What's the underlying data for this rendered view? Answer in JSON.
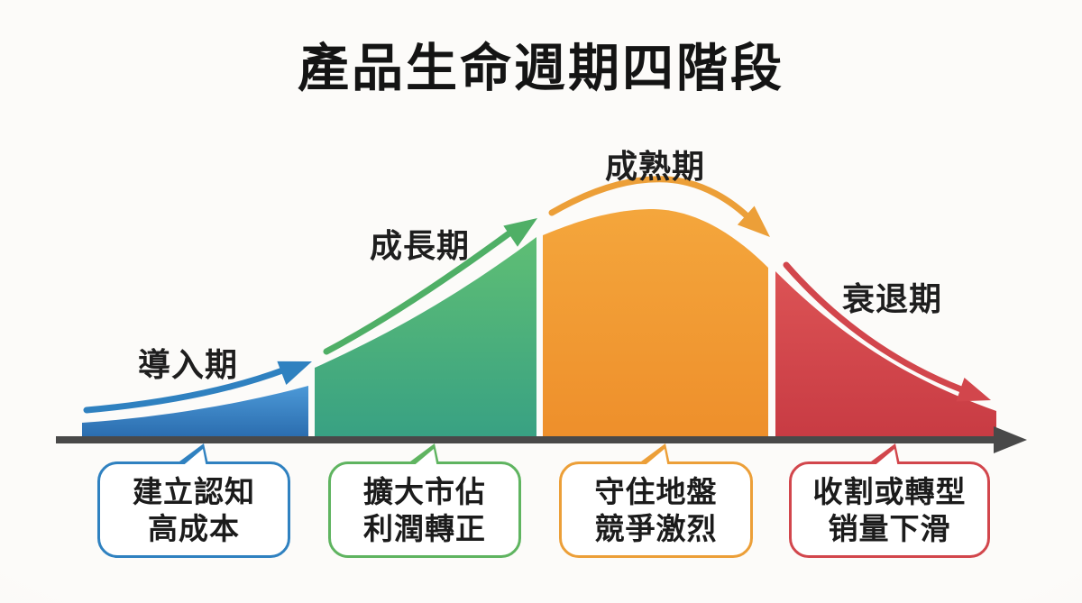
{
  "title": "產品生命週期四階段",
  "background": "#FBFAF8",
  "axis": {
    "color": "#494949"
  },
  "stages": [
    {
      "label": "導入期",
      "color": "#2F81C0",
      "fill_top": "#4C99D7",
      "fill_bottom": "#2A6CAE",
      "note_line1": "建立認知",
      "note_line2": "高成本"
    },
    {
      "label": "成長期",
      "color": "#5FB460",
      "fill_top": "#5FBE74",
      "fill_bottom": "#38A183",
      "note_line1": "擴大市佔",
      "note_line2": "利潤轉正"
    },
    {
      "label": "成熟期",
      "color": "#EC9F38",
      "fill_top": "#F4A63C",
      "fill_bottom": "#EE8F2B",
      "note_line1": "守住地盤",
      "note_line2": "競爭激烈"
    },
    {
      "label": "衰退期",
      "color": "#D2464C",
      "fill_top": "#DC5355",
      "fill_bottom": "#C83B43",
      "note_line1": "收割或轉型",
      "note_line2": "销量下滑"
    }
  ]
}
